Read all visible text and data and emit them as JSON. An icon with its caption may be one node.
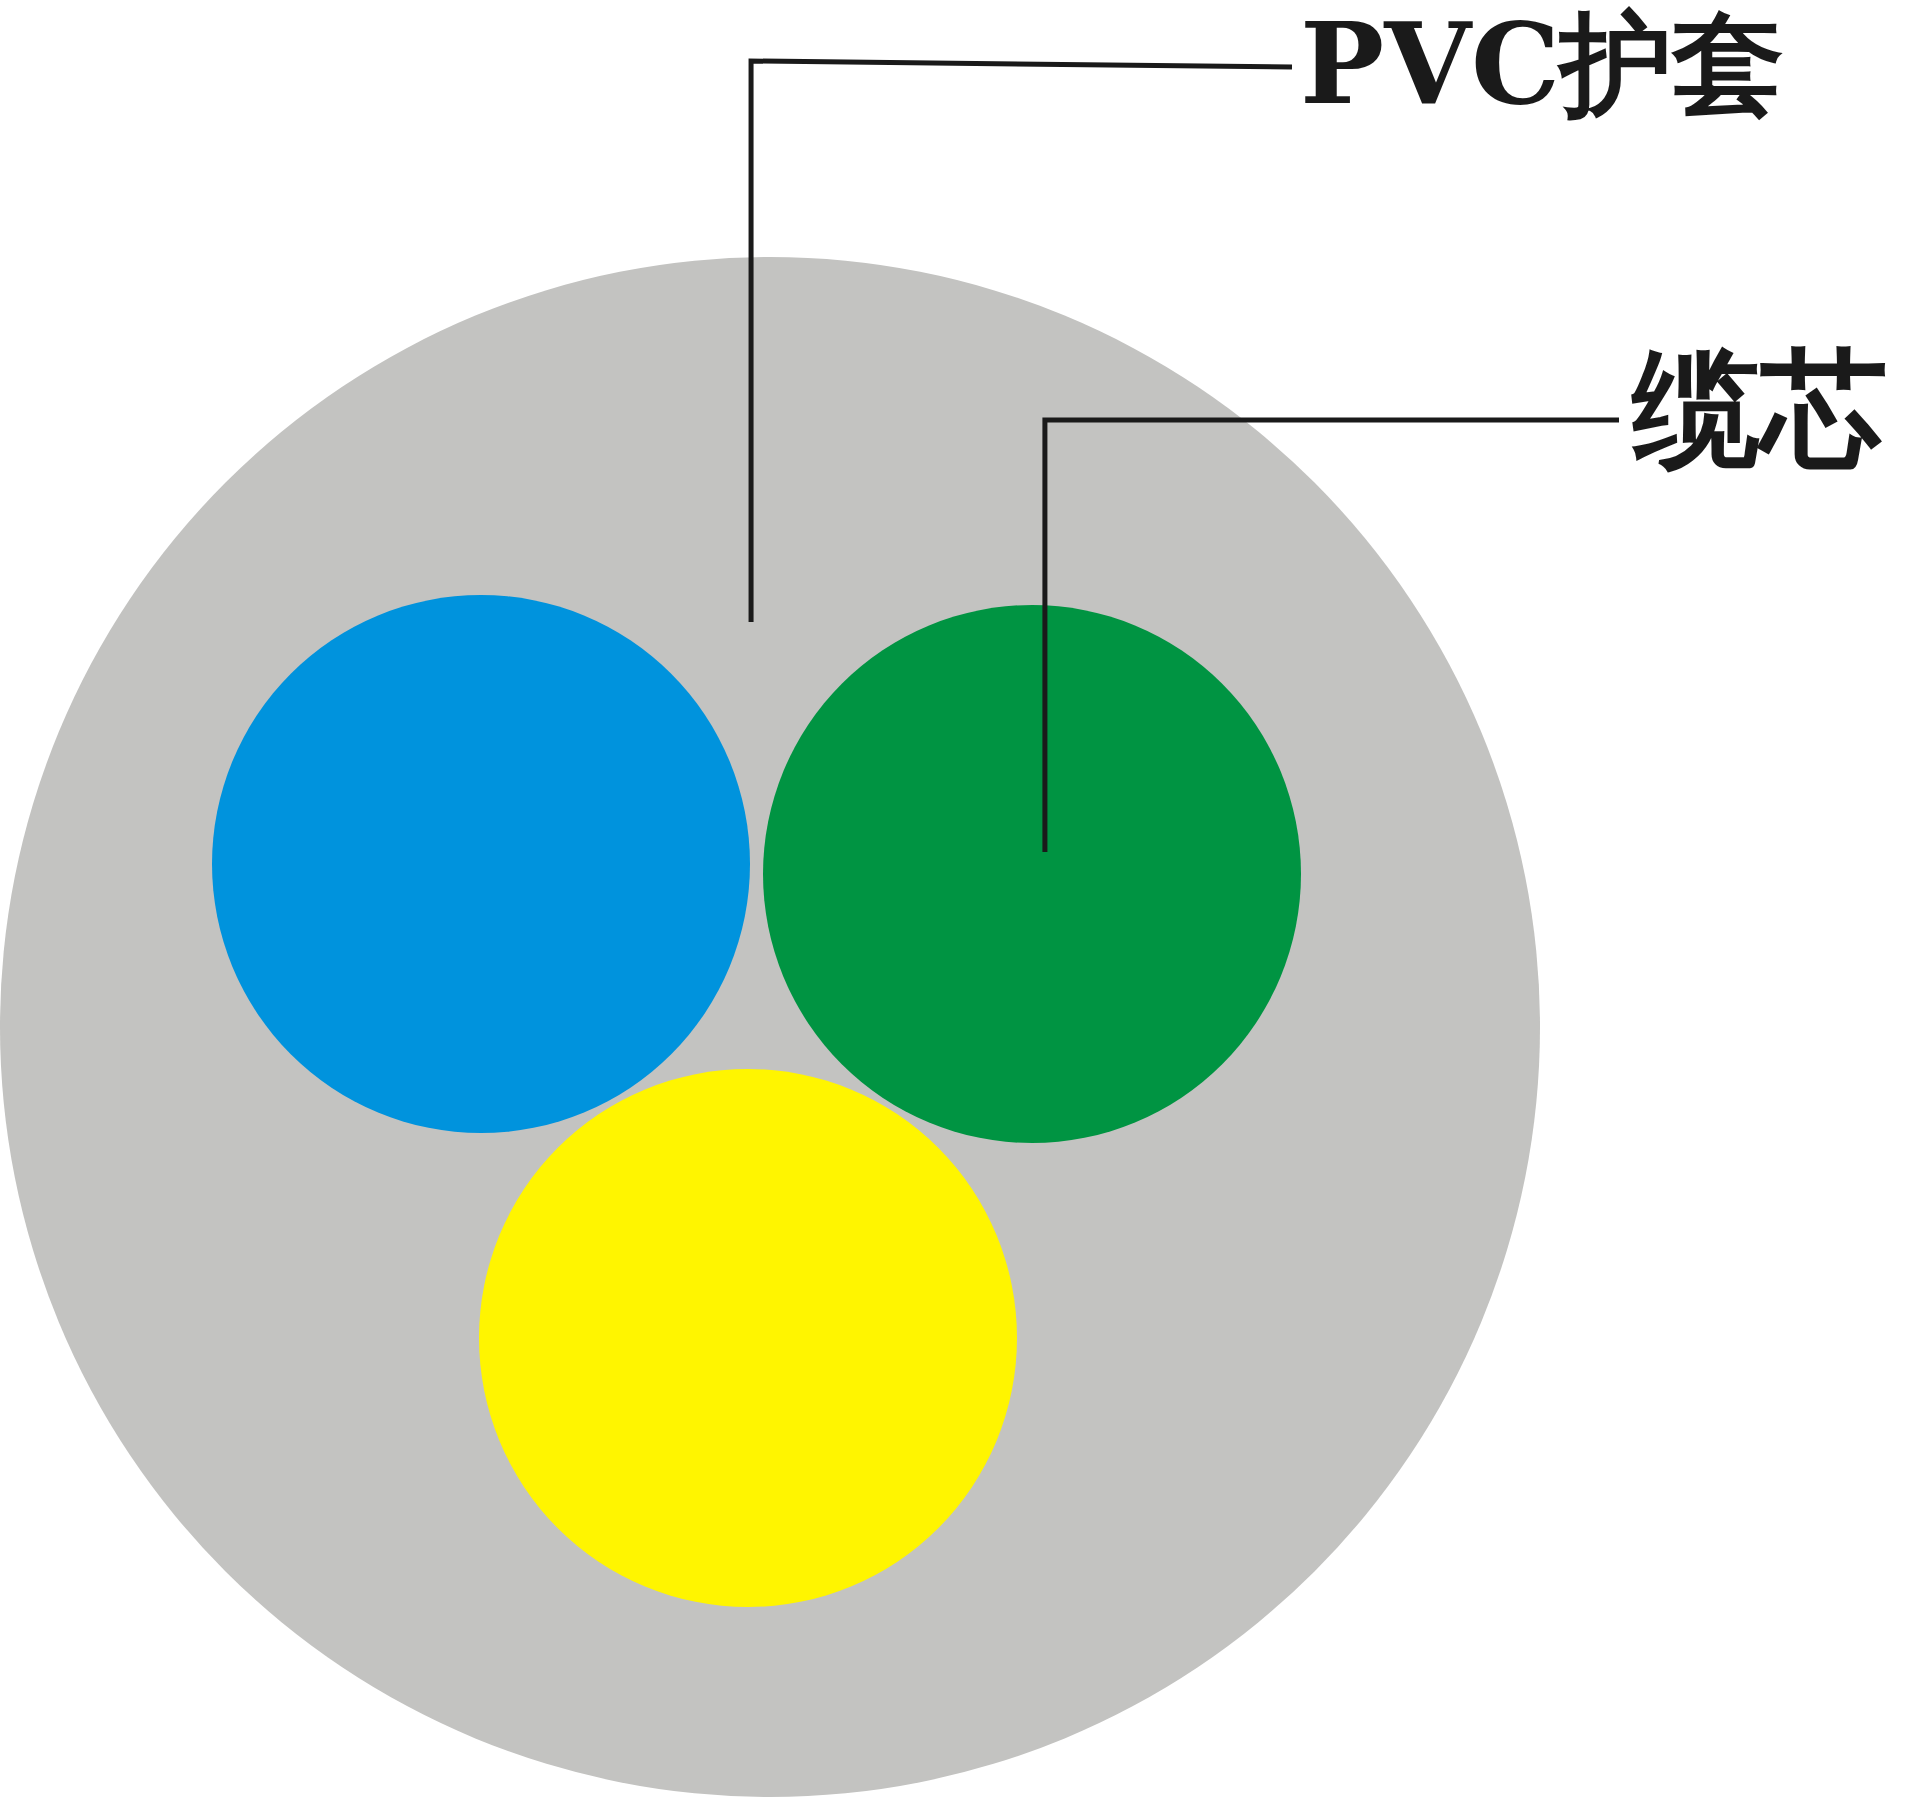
{
  "diagram": {
    "nodes": [
      {
        "text": [],
        "shape": "circle"
      },
      {
        "text": [],
        "shape": "circle",
        "in": 0
      },
      {
        "text": [],
        "shape": "circle",
        "in": 0
      },
      {
        "text": [],
        "shape": "circle",
        "in": 0
      },
      {
        "text": [
          "PVC护套"
        ]
      },
      {
        "text": [
          "缆芯"
        ]
      }
    ],
    "edges": [
      {
        "from": 4,
        "to": 0,
        "arrow": "none"
      },
      {
        "from": 5,
        "to": 2,
        "arrow": "none"
      }
    ]
  }
}
